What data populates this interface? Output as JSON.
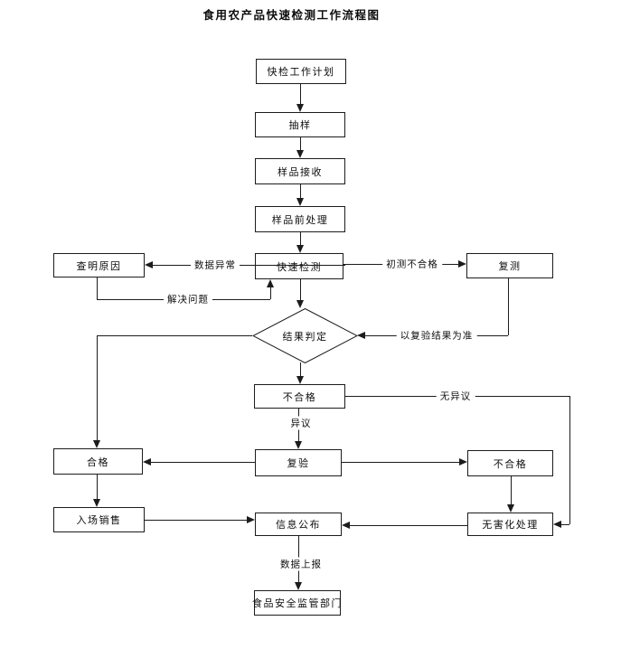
{
  "title": "食用农产品快速检测工作流程图",
  "nodes": {
    "plan": "快检工作计划",
    "sampling": "抽样",
    "reception": "样品接收",
    "pretreatment": "样品前处理",
    "rapid_test": "快速检测",
    "find_cause": "查明原因",
    "retest": "复测",
    "judgment": "结果判定",
    "unqualified": "不合格",
    "qualified": "合格",
    "reinspection": "复验",
    "unqualified_right": "不合格",
    "market_sale": "入场销售",
    "info_release": "信息公布",
    "harmless_treatment": "无害化处理",
    "regulator": "食品安全监管部门"
  },
  "edge_labels": {
    "data_abnormal": "数据异常",
    "solve_problem": "解决问题",
    "initial_fail": "初测不合格",
    "retest_result_final": "以复验结果为准",
    "no_objection": "无异议",
    "objection": "异议",
    "data_report": "数据上报"
  }
}
